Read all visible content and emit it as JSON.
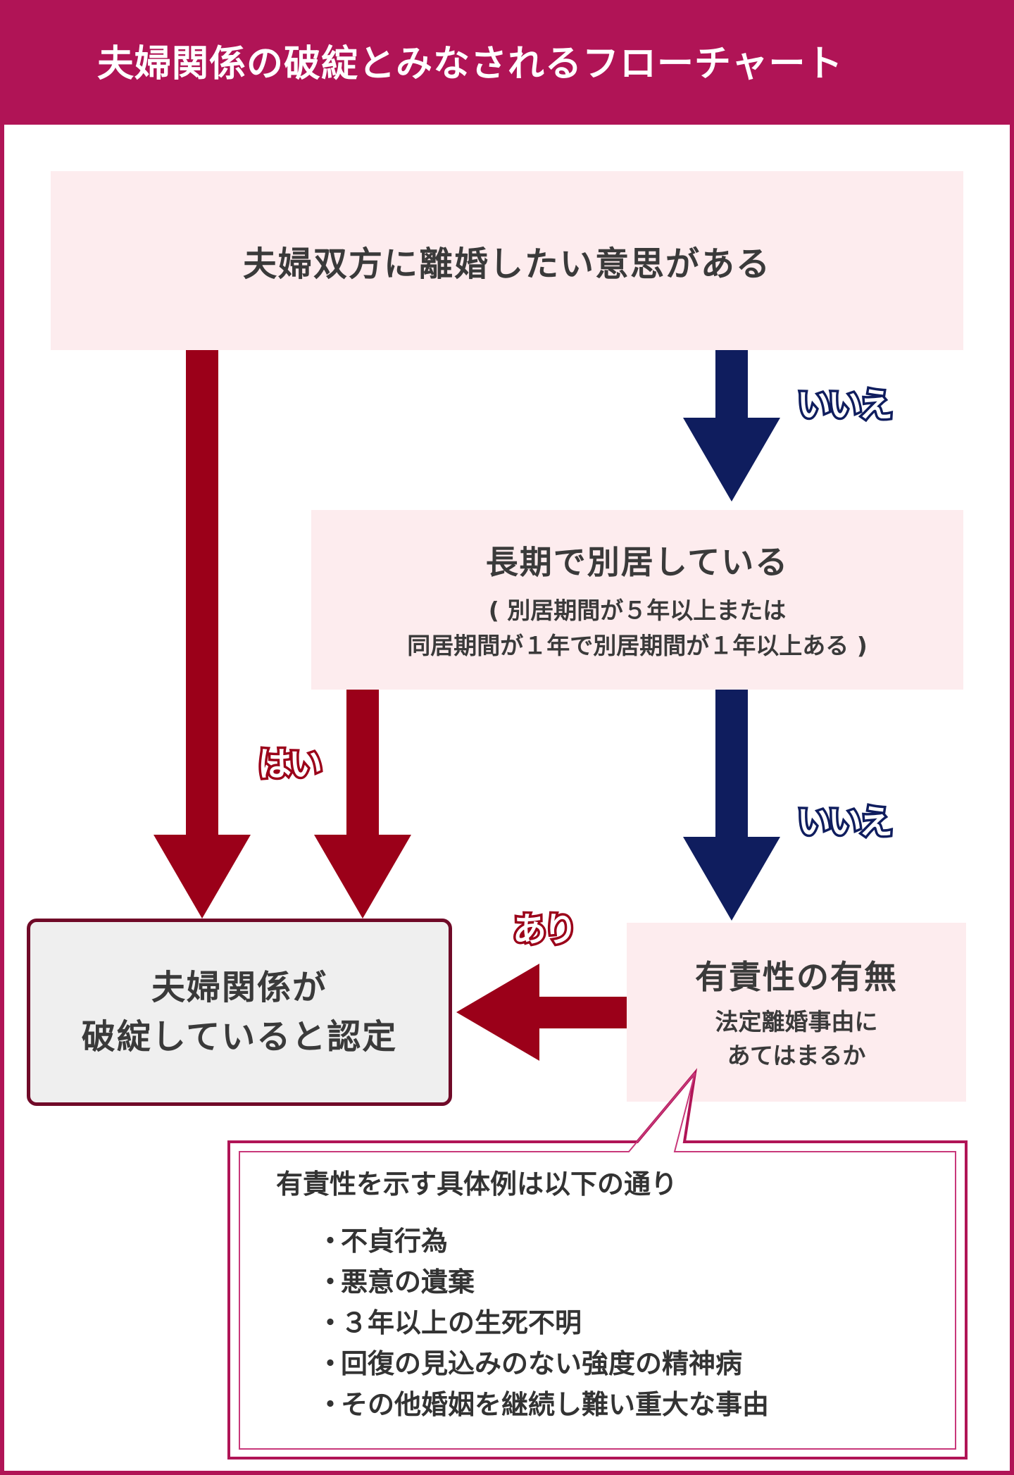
{
  "header": {
    "title": "夫婦関係の破綻とみなされるフローチャート"
  },
  "colors": {
    "brand": "#b01456",
    "node_bg": "#fdecee",
    "result_bg": "#efefef",
    "result_border": "#700a28",
    "yes_arrow": "#9b0019",
    "no_arrow": "#0f1d5e",
    "text": "#3a3a3a"
  },
  "nodes": {
    "mutual_intent": {
      "title": "夫婦双方に離婚したい意思がある"
    },
    "long_separation": {
      "title": "長期で別居している",
      "detail_lines": [
        "( 別居期間が５年以上または",
        "同居期間が１年で別居期間が１年以上ある )"
      ]
    },
    "result": {
      "lines": [
        "夫婦関係が",
        "破綻していると認定"
      ]
    },
    "fault": {
      "title": "有責性の有無",
      "detail_lines": [
        "法定離婚事由に",
        "あてはまるか"
      ]
    }
  },
  "edges": {
    "no_1": "いいえ",
    "no_2": "いいえ",
    "yes": "はい",
    "present": "あり"
  },
  "callout": {
    "heading": "有責性を示す具体例は以下の通り",
    "bullet": "・",
    "items": [
      "不貞行為",
      "悪意の遺棄",
      "３年以上の生死不明",
      "回復の見込みのない強度の精神病",
      "その他婚姻を継続し難い重大な事由"
    ]
  }
}
